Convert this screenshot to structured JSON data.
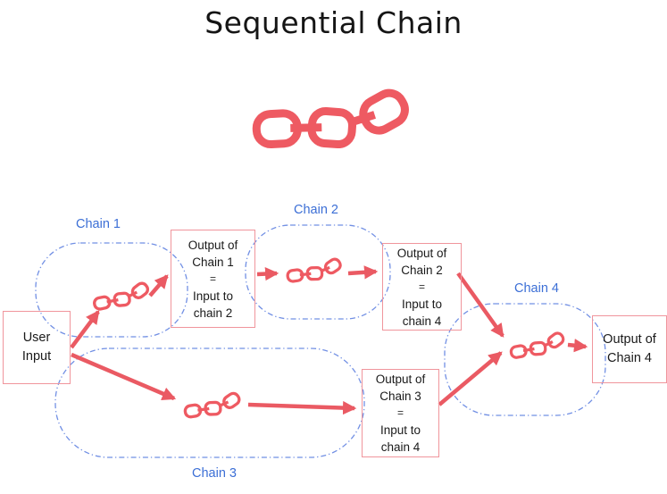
{
  "title": "Sequential Chain",
  "hero_icon": "chain-links-icon",
  "colors": {
    "accent_red": "#ee5a62",
    "box_border_pink": "#f0959c",
    "label_blue": "#3c6fd6",
    "region_stroke_blue": "#7290e4",
    "background": "#ffffff",
    "text": "#1a1a1a"
  },
  "diagram": {
    "chain_labels": [
      "Chain 1",
      "Chain 2",
      "Chain 3",
      "Chain 4"
    ],
    "nodes": {
      "user_input": {
        "lines": [
          "User",
          "Input"
        ]
      },
      "output_chain_1": {
        "lines": [
          "Output of",
          "Chain 1",
          "=",
          "Input to",
          "chain 2"
        ]
      },
      "output_chain_2": {
        "lines": [
          "Output of",
          "Chain 2",
          "=",
          "Input to",
          "chain 4"
        ]
      },
      "output_chain_3": {
        "lines": [
          "Output of",
          "Chain 3",
          "=",
          "Input to",
          "chain 4"
        ]
      },
      "output_chain_4": {
        "lines": [
          "Output of",
          "Chain 4"
        ]
      }
    }
  }
}
